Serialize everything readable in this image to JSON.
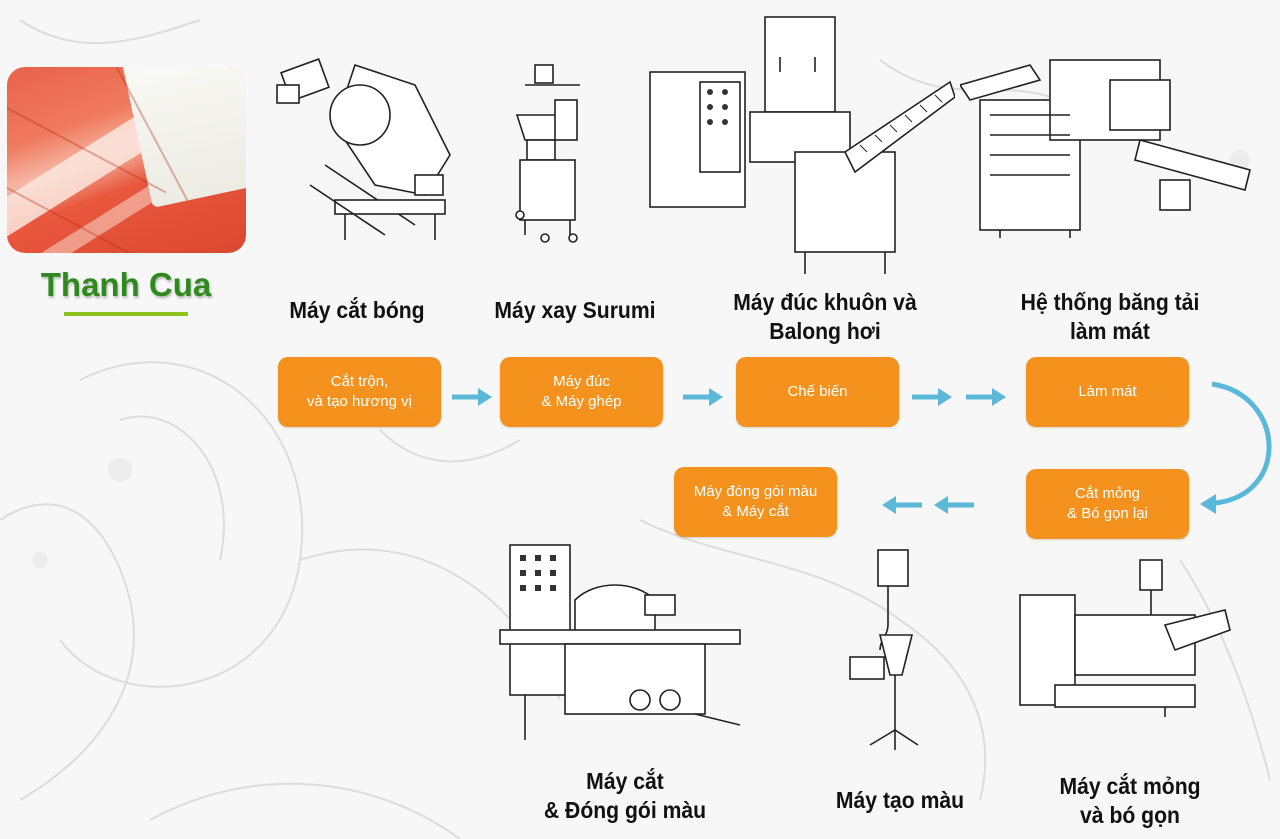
{
  "product": {
    "name": "Thanh Cua",
    "image_alt": "crab-stick-photo"
  },
  "colors": {
    "step_box": "#f5921e",
    "arrow": "#5bb8d9",
    "brand_title": "#2f8a1e",
    "brand_underline": "#8dc21f"
  },
  "machines": [
    {
      "id": "ball-cutter",
      "label": "Máy cắt bóng"
    },
    {
      "id": "surimi-grinder",
      "label": "Máy xay Surumi"
    },
    {
      "id": "mold-steam",
      "label": "Máy đúc khuôn và\nBalong hơi"
    },
    {
      "id": "cooling-conveyor",
      "label": "Hệ thống băng tải\nlàm mát"
    },
    {
      "id": "cut-color-pack",
      "label": "Máy cắt\n& Đóng gói màu"
    },
    {
      "id": "color-machine",
      "label": "Máy tạo màu"
    },
    {
      "id": "thin-cut-bundle",
      "label": "Máy cắt mỏng\nvà bó gọn"
    }
  ],
  "steps": [
    {
      "id": "mix-flavor",
      "label": "Cắt trộn,\nvà tạo hương vị"
    },
    {
      "id": "mold-join",
      "label": "Máy đúc\n& Máy ghép"
    },
    {
      "id": "process",
      "label": "Chế biến"
    },
    {
      "id": "cool",
      "label": "Làm mát"
    },
    {
      "id": "thin-cut",
      "label": "Cắt mỏng\n& Bó gọn lại"
    },
    {
      "id": "pack-cut",
      "label": "Máy đóng gói màu\n& Máy cắt"
    }
  ],
  "flow": [
    [
      "mix-flavor",
      "mold-join"
    ],
    [
      "mold-join",
      "process"
    ],
    [
      "process",
      "cool"
    ],
    [
      "cool",
      "thin-cut"
    ],
    [
      "thin-cut",
      "pack-cut"
    ]
  ]
}
